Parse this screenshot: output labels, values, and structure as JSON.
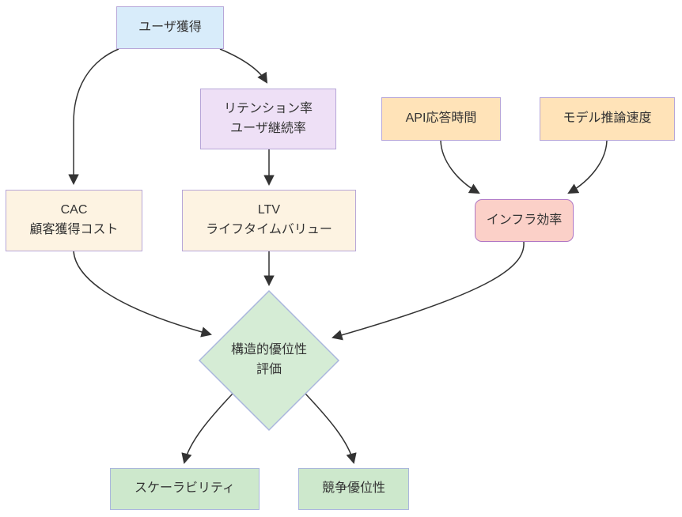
{
  "diagram": {
    "type": "flowchart",
    "background": "#ffffff",
    "edge_color": "#333333",
    "text_color": "#333333",
    "nodes": {
      "user_acquisition": {
        "lines": [
          "ユーザ獲得"
        ],
        "shape": "rect",
        "fill": "#d8ecfa",
        "border": "#b7a6d8"
      },
      "retention": {
        "lines": [
          "リテンション率",
          "ユーザ継続率"
        ],
        "shape": "rect",
        "fill": "#eee0f6",
        "border": "#b7a6d8"
      },
      "api_response": {
        "lines": [
          "API応答時間"
        ],
        "shape": "rect",
        "fill": "#ffe3b8",
        "border": "#b7a6d8"
      },
      "model_inference": {
        "lines": [
          "モデル推論速度"
        ],
        "shape": "rect",
        "fill": "#ffe3b8",
        "border": "#b7a6d8"
      },
      "cac": {
        "lines": [
          "CAC",
          "顧客獲得コスト"
        ],
        "shape": "rect",
        "fill": "#fdf3e2",
        "border": "#b7a6d8"
      },
      "ltv": {
        "lines": [
          "LTV",
          "ライフタイムバリュー"
        ],
        "shape": "rect",
        "fill": "#fdf3e2",
        "border": "#b7a6d8"
      },
      "infra_efficiency": {
        "lines": [
          "インフラ効率"
        ],
        "shape": "rounded-rect",
        "fill": "#fbd0c8",
        "border": "#b077c5"
      },
      "structural_advantage": {
        "lines": [
          "構造的優位性",
          "評価"
        ],
        "shape": "diamond",
        "fill": "#d5ecd5",
        "border": "#aab6dd"
      },
      "scalability": {
        "lines": [
          "スケーラビリティ"
        ],
        "shape": "rect",
        "fill": "#cde8cc",
        "border": "#aab6dd"
      },
      "competitive_advantage": {
        "lines": [
          "競争優位性"
        ],
        "shape": "rect",
        "fill": "#cde8cc",
        "border": "#aab6dd"
      }
    },
    "edges": [
      {
        "from": "user_acquisition",
        "to": "cac"
      },
      {
        "from": "user_acquisition",
        "to": "retention"
      },
      {
        "from": "retention",
        "to": "ltv"
      },
      {
        "from": "api_response",
        "to": "infra_efficiency"
      },
      {
        "from": "model_inference",
        "to": "infra_efficiency"
      },
      {
        "from": "cac",
        "to": "structural_advantage"
      },
      {
        "from": "ltv",
        "to": "structural_advantage"
      },
      {
        "from": "infra_efficiency",
        "to": "structural_advantage"
      },
      {
        "from": "structural_advantage",
        "to": "scalability"
      },
      {
        "from": "structural_advantage",
        "to": "competitive_advantage"
      }
    ]
  }
}
